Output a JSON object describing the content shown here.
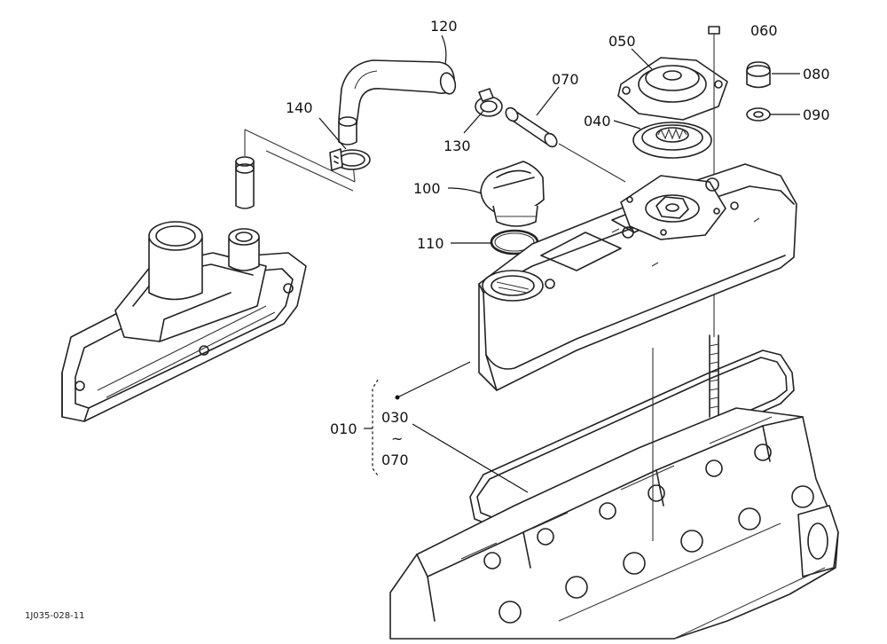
{
  "diagram": {
    "drawing_code": "1J035-028-11",
    "labels": {
      "p010": "010",
      "p030": "030",
      "tilde": "~",
      "p070_range": "070",
      "p040": "040",
      "p050": "050",
      "p060": "060",
      "p070": "070",
      "p080": "080",
      "p090": "090",
      "p100": "100",
      "p110": "110",
      "p120": "120",
      "p130": "130",
      "p140": "140"
    }
  }
}
